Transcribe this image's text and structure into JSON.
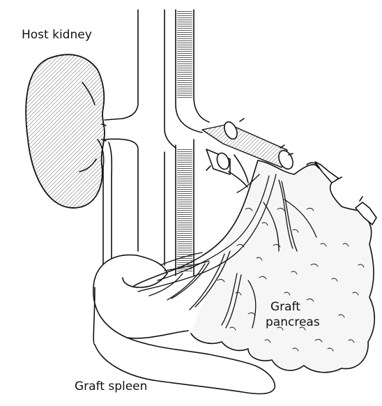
{
  "labels": {
    "host_kidney": "Host kidney",
    "graft_pancreas_line1": "Graft",
    "graft_pancreas_line2": "pancreas",
    "graft_spleen": "Graft spleen"
  },
  "colors": {
    "ink": "#111111",
    "background": "#ffffff",
    "shade": "#dcdcdc",
    "organ_fill": "#f6f6f6"
  }
}
